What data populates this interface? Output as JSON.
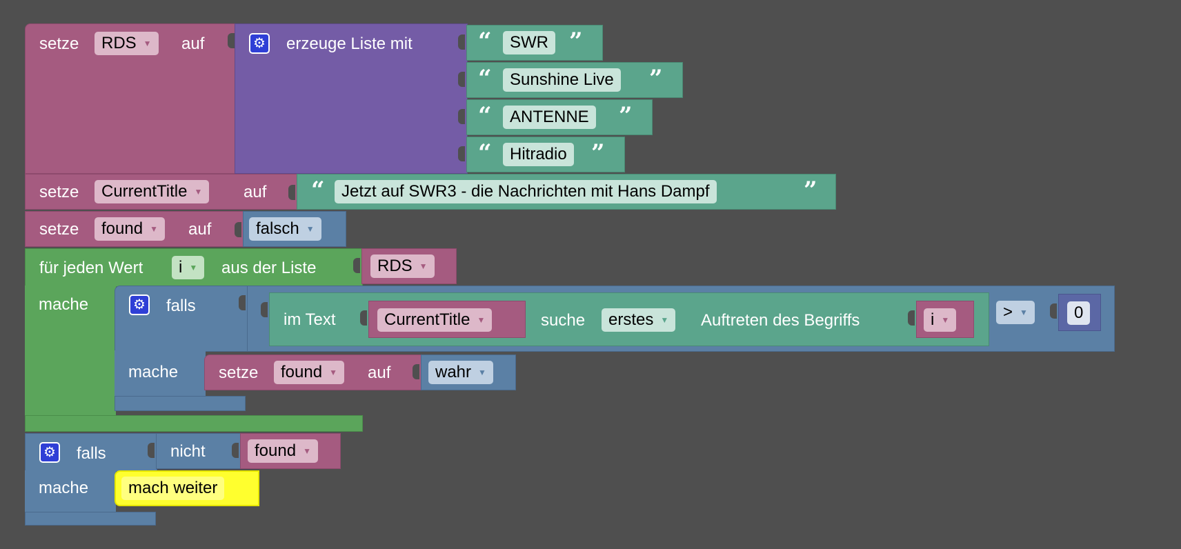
{
  "colors": {
    "workspace": "#4f4f4f",
    "variables": "#a55b80",
    "lists": "#745ca6",
    "text": "#5ba58c",
    "logic": "#5b80a5",
    "loops": "#5ba55b",
    "highlight": "#ffff2e"
  },
  "icons": {
    "mutator": "gear-icon",
    "dropdown": "triangle-down-icon"
  },
  "block_set_rds": {
    "setze": "setze",
    "variable": "RDS",
    "auf": "auf",
    "list_label": "erzeuge Liste mit",
    "items": [
      "SWR",
      "Sunshine Live",
      "ANTENNE",
      "Hitradio"
    ]
  },
  "block_set_title": {
    "setze": "setze",
    "variable": "CurrentTitle",
    "auf": "auf",
    "text": "Jetzt auf SWR3 - die Nachrichten mit Hans Dampf"
  },
  "block_set_found": {
    "setze": "setze",
    "variable": "found",
    "auf": "auf",
    "value": "falsch"
  },
  "loop": {
    "label": "für jeden Wert",
    "variable": "i",
    "from_list": "aus der Liste",
    "list_var": "RDS",
    "do": "mache",
    "if_block": {
      "falls": "falls",
      "im_text": "im Text",
      "text_var": "CurrentTitle",
      "suche": "suche",
      "which": "erstes",
      "auftreten": "Auftreten des Begriffs",
      "term_var": "i",
      "operator": ">",
      "number": "0",
      "do": "mache",
      "set_label": "setze",
      "set_var": "found",
      "set_auf": "auf",
      "set_value": "wahr"
    }
  },
  "if_not": {
    "falls": "falls",
    "nicht": "nicht",
    "variable": "found",
    "do": "mache",
    "statement": "mach weiter"
  }
}
